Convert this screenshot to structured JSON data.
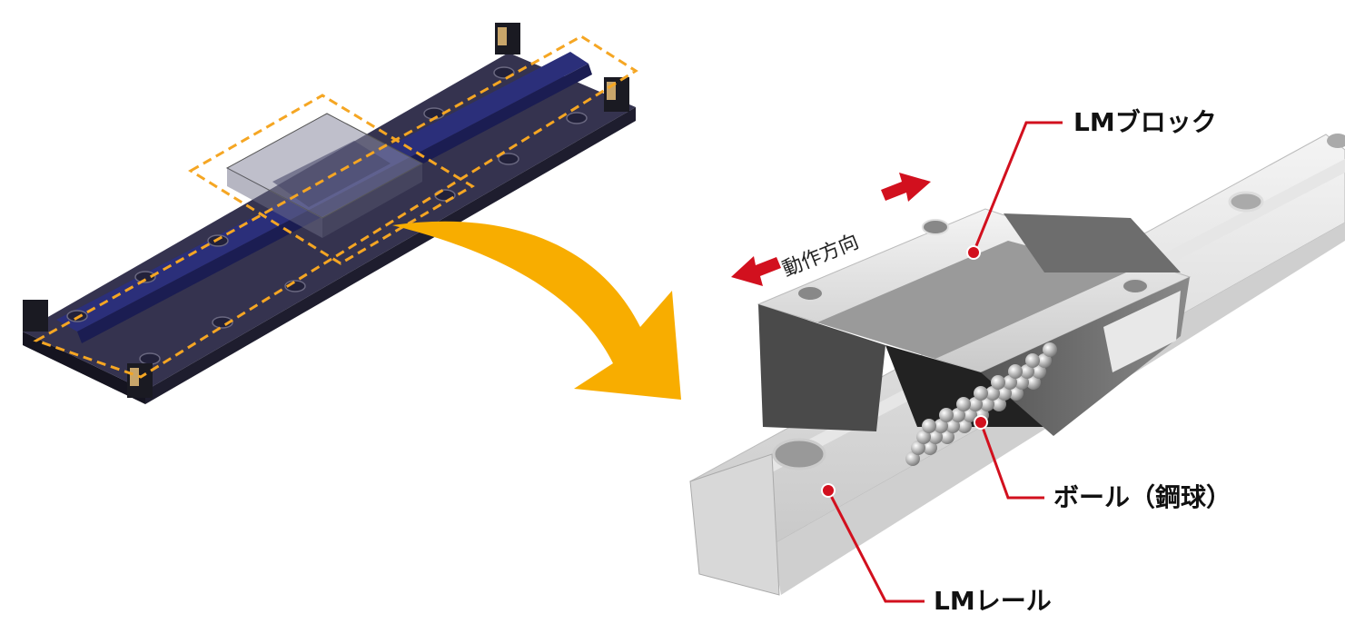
{
  "labels": {
    "block": "LMブロック",
    "ball": "ボール（鋼球）",
    "rail": "LMレール",
    "direction": "動作方向"
  },
  "colors": {
    "accent_red": "#d2101e",
    "arrow_orange": "#f8ad00",
    "dashed_orange": "#f5a623",
    "base_navy": "#2c2a4a",
    "rail_blue": "#2b2f7a"
  }
}
